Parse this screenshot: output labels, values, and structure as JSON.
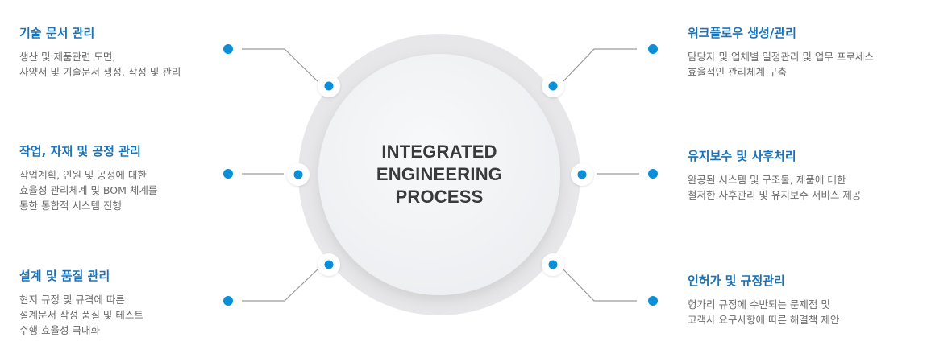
{
  "center": {
    "lines": [
      "INTEGRATED",
      "ENGINEERING",
      "PROCESS"
    ]
  },
  "left": [
    {
      "title": "기술 문서 관리",
      "lines": [
        "생산 및 제품관련 도면,",
        "사양서 및 기술문서 생성, 작성 및 관리"
      ]
    },
    {
      "title": "작업, 자재 및 공정 관리",
      "lines": [
        "작업계획, 인원 및 공정에 대한",
        "효율성 관리체계 및 BOM 체계를",
        "통한 통합적 시스템 진행"
      ]
    },
    {
      "title": "설계 및 품질 관리",
      "lines": [
        "현지 규정 및 규격에 따른",
        "설계문서 작성 품질 및 테스트",
        "수행 효율성 극대화"
      ]
    }
  ],
  "right": [
    {
      "title": "워크플로우 생성/관리",
      "lines": [
        "담당자 및 업체별 일정관리 및 업무 프로세스",
        "효율적인 관리체계 구축"
      ]
    },
    {
      "title": "유지보수 및 사후처리",
      "lines": [
        "완공된 시스템 및 구조물, 제품에 대한",
        "철저한 사후관리 및 유지보수 서비스 제공"
      ]
    },
    {
      "title": "인허가 및 규정관리",
      "lines": [
        "헝가리 규정에 수반되는 문제점 및",
        "고객사 요구사항에 따른 해결책 제안"
      ]
    }
  ],
  "colors": {
    "accent": "#0a8fd8",
    "title": "#1a73b8",
    "text": "#6b6b6b",
    "ring": "#e6e6e8",
    "disc": "#f2f3f5",
    "connector": "#9a9a9a"
  }
}
